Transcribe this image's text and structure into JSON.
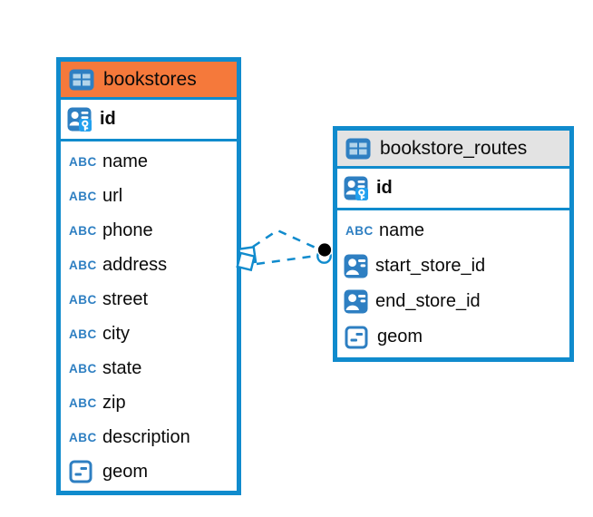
{
  "diagram": {
    "icons": {
      "text_type_label": "ABC"
    },
    "colors": {
      "accent_blue": "#108bcd",
      "bookstores_header": "#f5793b",
      "routes_header": "#e3e3e3",
      "icon_blue": "#2e7fc2",
      "key_badge_blue": "#22a0ee",
      "table_icon_cell": "#b3d4ea",
      "connector_dot": "#000000",
      "text_black": "#0a0a0a"
    },
    "tables": [
      {
        "title": "bookstores",
        "primary_key": {
          "name": "id",
          "type": "primary-key"
        },
        "columns": [
          {
            "name": "name",
            "type": "text"
          },
          {
            "name": "url",
            "type": "text"
          },
          {
            "name": "phone",
            "type": "text"
          },
          {
            "name": "address",
            "type": "text"
          },
          {
            "name": "street",
            "type": "text"
          },
          {
            "name": "city",
            "type": "text"
          },
          {
            "name": "state",
            "type": "text"
          },
          {
            "name": "zip",
            "type": "text"
          },
          {
            "name": "description",
            "type": "text"
          },
          {
            "name": "geom",
            "type": "geometry"
          }
        ]
      },
      {
        "title": "bookstore_routes",
        "primary_key": {
          "name": "id",
          "type": "primary-key"
        },
        "columns": [
          {
            "name": "name",
            "type": "text"
          },
          {
            "name": "start_store_id",
            "type": "reference"
          },
          {
            "name": "end_store_id",
            "type": "reference"
          },
          {
            "name": "geom",
            "type": "geometry"
          }
        ]
      }
    ],
    "relationship": {
      "from_table": "bookstores",
      "to_table": "bookstore_routes",
      "line_count": 2,
      "style": "dashed"
    }
  }
}
